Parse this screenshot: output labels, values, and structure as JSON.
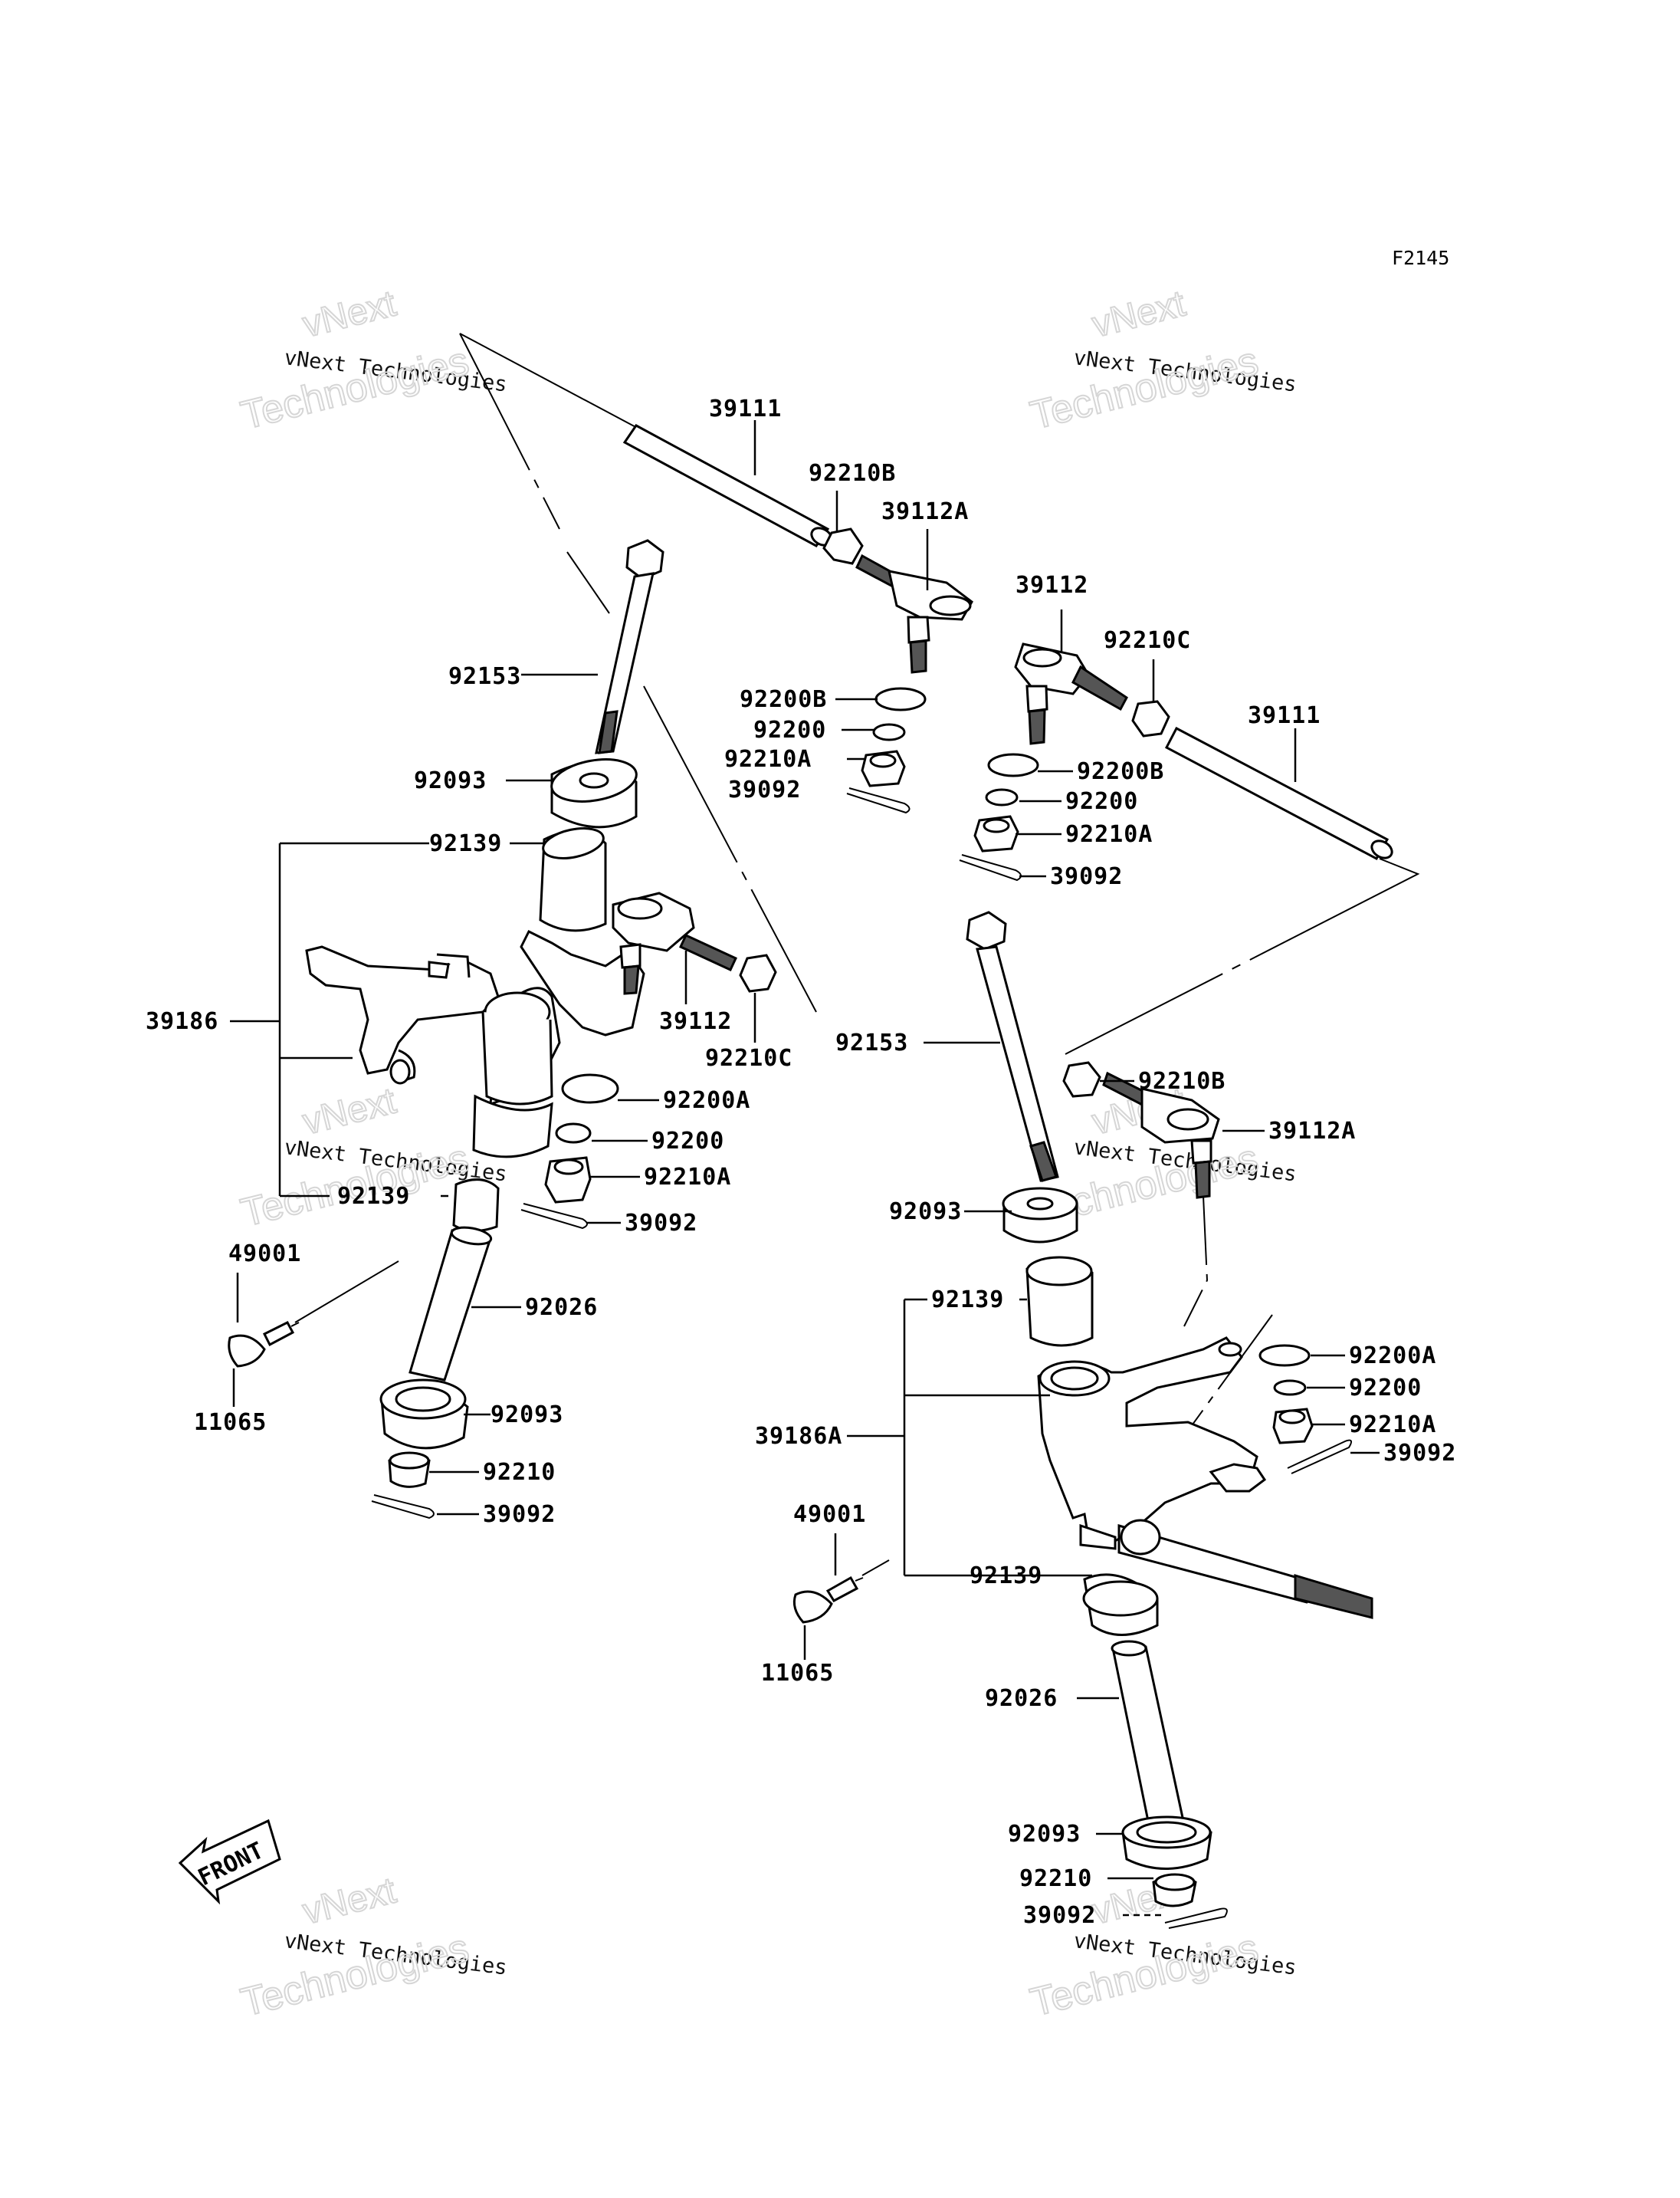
{
  "diagram_code": "F2145",
  "watermark": {
    "line1": "vNext",
    "line2": "vNext Technologies",
    "line3": "Technologies"
  },
  "front_label": "FRONT",
  "labels": [
    {
      "id": "l39111a",
      "text": "39111"
    },
    {
      "id": "l92210Ba",
      "text": "92210B"
    },
    {
      "id": "l39112Aa",
      "text": "39112A"
    },
    {
      "id": "l39112a",
      "text": "39112"
    },
    {
      "id": "l92210Ca",
      "text": "92210C"
    },
    {
      "id": "l39111b",
      "text": "39111"
    },
    {
      "id": "l92153a",
      "text": "92153"
    },
    {
      "id": "l92200Ba",
      "text": "92200B"
    },
    {
      "id": "l92200a",
      "text": "92200"
    },
    {
      "id": "l92210Aa",
      "text": "92210A"
    },
    {
      "id": "l39092a",
      "text": "39092"
    },
    {
      "id": "l92200Bb",
      "text": "92200B"
    },
    {
      "id": "l92200b",
      "text": "92200"
    },
    {
      "id": "l92210Ab",
      "text": "92210A"
    },
    {
      "id": "l39092b",
      "text": "39092"
    },
    {
      "id": "l92093a",
      "text": "92093"
    },
    {
      "id": "l92139a",
      "text": "92139"
    },
    {
      "id": "l39186",
      "text": "39186"
    },
    {
      "id": "l39112b",
      "text": "39112"
    },
    {
      "id": "l92210Cb",
      "text": "92210C"
    },
    {
      "id": "l92153b",
      "text": "92153"
    },
    {
      "id": "l92210Bb",
      "text": "92210B"
    },
    {
      "id": "l39112Ab",
      "text": "39112A"
    },
    {
      "id": "l92200Aa",
      "text": "92200A"
    },
    {
      "id": "l92200c",
      "text": "92200"
    },
    {
      "id": "l92210Ac",
      "text": "92210A"
    },
    {
      "id": "l92139b",
      "text": "92139"
    },
    {
      "id": "l39092c",
      "text": "39092"
    },
    {
      "id": "l49001a",
      "text": "49001"
    },
    {
      "id": "l92093b",
      "text": "92093"
    },
    {
      "id": "l92026a",
      "text": "92026"
    },
    {
      "id": "l11065a",
      "text": "11065"
    },
    {
      "id": "l92093c",
      "text": "92093"
    },
    {
      "id": "l92210a",
      "text": "92210"
    },
    {
      "id": "l39092d",
      "text": "39092"
    },
    {
      "id": "l92139c",
      "text": "92139"
    },
    {
      "id": "l92200Ab",
      "text": "92200A"
    },
    {
      "id": "l92200d",
      "text": "92200"
    },
    {
      "id": "l39186A",
      "text": "39186A"
    },
    {
      "id": "l92210Ad",
      "text": "92210A"
    },
    {
      "id": "l39092e",
      "text": "39092"
    },
    {
      "id": "l49001b",
      "text": "49001"
    },
    {
      "id": "l92139d",
      "text": "92139"
    },
    {
      "id": "l11065b",
      "text": "11065"
    },
    {
      "id": "l92026b",
      "text": "92026"
    },
    {
      "id": "l92093d",
      "text": "92093"
    },
    {
      "id": "l92210b",
      "text": "92210"
    },
    {
      "id": "l39092f",
      "text": "39092"
    }
  ]
}
